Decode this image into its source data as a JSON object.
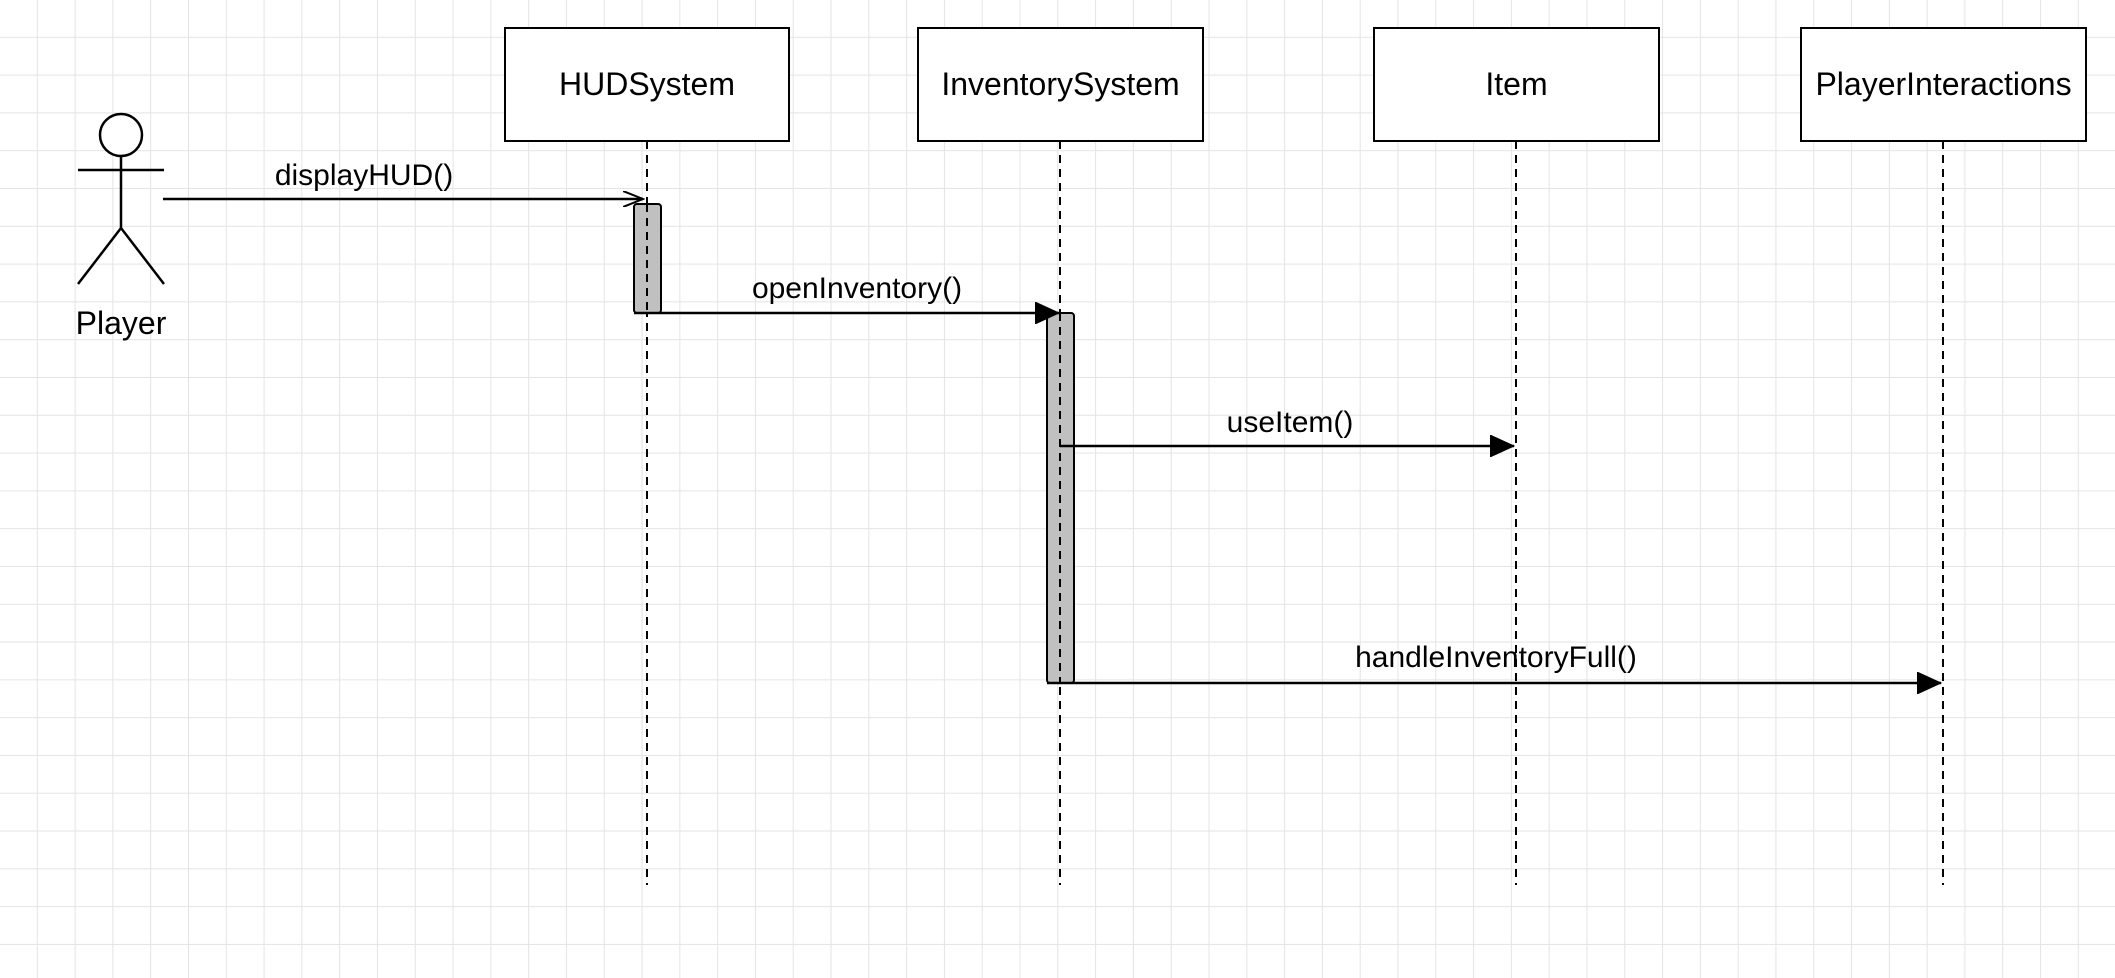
{
  "diagram": {
    "type": "sequence",
    "actor": {
      "label": "Player"
    },
    "lifelines": [
      {
        "id": "hud",
        "label": "HUDSystem"
      },
      {
        "id": "inventory",
        "label": "InventorySystem"
      },
      {
        "id": "item",
        "label": "Item"
      },
      {
        "id": "interactions",
        "label": "PlayerInteractions"
      }
    ],
    "messages": [
      {
        "from": "Player",
        "to": "HUDSystem",
        "label": "displayHUD()"
      },
      {
        "from": "HUDSystem",
        "to": "InventorySystem",
        "label": "openInventory()"
      },
      {
        "from": "InventorySystem",
        "to": "Item",
        "label": "useItem()"
      },
      {
        "from": "InventorySystem",
        "to": "PlayerInteractions",
        "label": "handleInventoryFull()"
      }
    ],
    "colors": {
      "activation_fill": "#c0c0c0",
      "line": "#000000",
      "grid": "#e4e4e4"
    }
  }
}
